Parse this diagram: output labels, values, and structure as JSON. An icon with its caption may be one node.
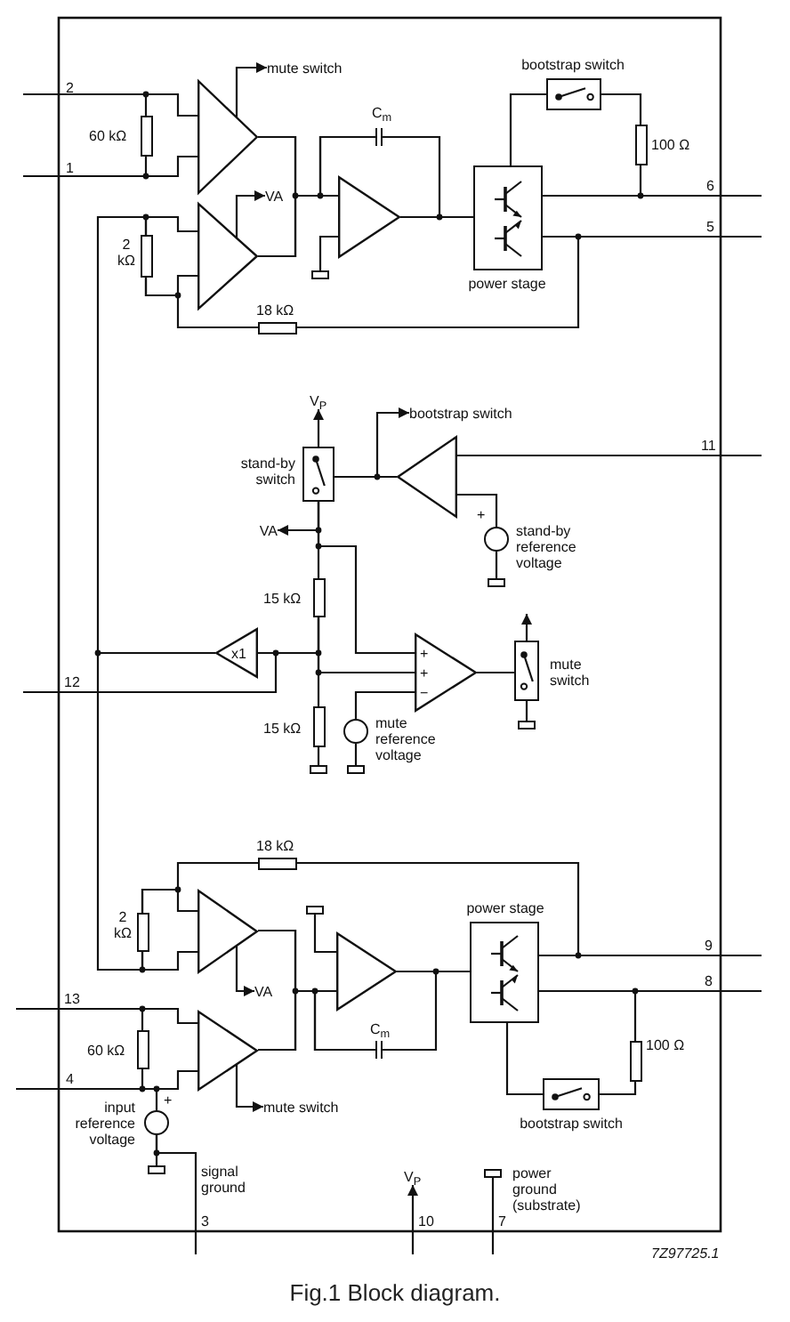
{
  "diagram": {
    "caption": "Fig.1 Block diagram.",
    "nodes": [
      {
        "text": [
          "mute switch"
        ]
      },
      {
        "text": [],
        "shape": "box",
        "beside": [
          "bootstrap switch"
        ]
      },
      {
        "text": [],
        "shape": "box",
        "beside": [
          "60 kΩ"
        ]
      },
      {
        "text": [],
        "shape": "triangle"
      },
      {
        "text": [],
        "shape": "capacitor",
        "beside": [
          "C$_{m}$"
        ]
      },
      {
        "text": [],
        "shape": "box",
        "beside": [
          "100 Ω"
        ]
      },
      {
        "text": [],
        "shape": "box",
        "beside": [
          "power stage"
        ]
      },
      {
        "text": [
          "VA"
        ]
      },
      {
        "text": [],
        "shape": "triangle"
      },
      {
        "text": [],
        "shape": "triangle"
      },
      {
        "text": [],
        "shape": "box",
        "beside": [
          "2 kΩ"
        ]
      },
      {
        "text": [],
        "shape": "box"
      },
      {
        "text": [],
        "shape": "box",
        "beside": [
          "18 kΩ"
        ]
      },
      {
        "text": [
          "V$_{P}$"
        ]
      },
      {
        "text": [
          "bootstrap switch"
        ]
      },
      {
        "text": [],
        "shape": "triangle"
      },
      {
        "text": [],
        "shape": "box",
        "beside": [
          "stand-by switch"
        ]
      },
      {
        "text": [
          "VA"
        ]
      },
      {
        "text": [],
        "shape": "circle",
        "beside": [
          "+",
          "stand-by reference voltage"
        ]
      },
      {
        "text": [],
        "shape": "box",
        "beside": [
          "15 kΩ"
        ]
      },
      {
        "text": [],
        "shape": "box"
      },
      {
        "text": [
          "x1"
        ]
      },
      {
        "text": [
          "+",
          "+",
          "−"
        ]
      },
      {
        "text": [],
        "shape": "box",
        "beside": [
          "mute switch"
        ]
      },
      {
        "text": [],
        "shape": "box",
        "beside": [
          "15 kΩ"
        ]
      },
      {
        "text": [],
        "shape": "circle",
        "beside": [
          "mute reference voltage"
        ]
      },
      {
        "text": [],
        "shape": "box"
      },
      {
        "text": [],
        "shape": "box"
      },
      {
        "text": [],
        "shape": "box"
      },
      {
        "text": [],
        "shape": "box",
        "beside": [
          "18 kΩ"
        ]
      },
      {
        "text": [],
        "shape": "triangle"
      },
      {
        "text": [],
        "shape": "box"
      },
      {
        "text": [],
        "shape": "box",
        "beside": [
          "2 kΩ"
        ]
      },
      {
        "text": [],
        "shape": "box",
        "beside": [
          "power stage"
        ]
      },
      {
        "text": [],
        "shape": "triangle"
      },
      {
        "text": [
          "VA"
        ]
      },
      {
        "text": [],
        "shape": "triangle"
      },
      {
        "text": [],
        "shape": "box",
        "beside": [
          "60 kΩ"
        ]
      },
      {
        "text": [],
        "shape": "capacitor",
        "beside": [
          "C$_{m}$"
        ]
      },
      {
        "text": [],
        "shape": "box",
        "beside": [
          "100 Ω"
        ]
      },
      {
        "text": [],
        "shape": "box",
        "beside": [
          "bootstrap switch"
        ]
      },
      {
        "text": [
          "mute switch"
        ]
      },
      {
        "text": [],
        "shape": "circle",
        "beside": [
          "+",
          "input reference voltage"
        ]
      },
      {
        "text": [],
        "shape": "box"
      },
      {
        "text": [
          "V$_{P}$"
        ]
      },
      {
        "text": [],
        "shape": "box",
        "beside": [
          "power ground (substrate)"
        ]
      }
    ],
    "edges": [
      {
        "from": null,
        "to": 2,
        "arrow": "none"
      },
      {
        "from": null,
        "to": 3,
        "arrow": "none"
      },
      {
        "from": null,
        "to": 2,
        "arrow": "none"
      },
      {
        "from": null,
        "to": 3,
        "arrow": "none"
      },
      {
        "from": 21,
        "to": 10,
        "arrow": "none"
      },
      {
        "from": 10,
        "to": 9,
        "arrow": "none"
      },
      {
        "from": 21,
        "to": 32,
        "arrow": "none"
      },
      {
        "from": 32,
        "to": 30,
        "arrow": "none"
      },
      {
        "from": 10,
        "to": 9,
        "arrow": "none"
      },
      {
        "from": 10,
        "to": 12,
        "arrow": "none"
      },
      {
        "from": 6,
        "to": null,
        "arrow": "none"
      },
      {
        "from": 6,
        "to": 12,
        "arrow": "none"
      },
      {
        "from": 3,
        "to": 8,
        "arrow": "none"
      },
      {
        "from": 3,
        "to": 4,
        "arrow": "none"
      },
      {
        "from": 9,
        "to": 8,
        "arrow": "none"
      },
      {
        "from": 9,
        "to": 4,
        "arrow": "none"
      },
      {
        "from": 3,
        "to": 0,
        "arrow": "to"
      },
      {
        "from": 9,
        "to": 7,
        "arrow": "to"
      },
      {
        "from": 8,
        "to": 6,
        "arrow": "none"
      },
      {
        "from": 8,
        "to": 4,
        "arrow": "none"
      },
      {
        "from": 8,
        "to": 11,
        "arrow": "none"
      },
      {
        "from": 6,
        "to": 1,
        "arrow": "none"
      },
      {
        "from": 1,
        "to": 5,
        "arrow": "none"
      },
      {
        "from": 6,
        "to": null,
        "arrow": "none"
      },
      {
        "from": 6,
        "to": 5,
        "arrow": "none"
      },
      {
        "from": 16,
        "to": 13,
        "arrow": "to"
      },
      {
        "from": 15,
        "to": 16,
        "arrow": "none"
      },
      {
        "from": 15,
        "to": 14,
        "arrow": "to"
      },
      {
        "from": null,
        "to": 15,
        "arrow": "none"
      },
      {
        "from": 15,
        "to": 18,
        "arrow": "none"
      },
      {
        "from": 18,
        "to": 20,
        "arrow": "none"
      },
      {
        "from": 16,
        "to": 17,
        "arrow": "to"
      },
      {
        "from": 16,
        "to": 19,
        "arrow": "none"
      },
      {
        "from": 16,
        "to": 22,
        "arrow": "none"
      },
      {
        "from": 19,
        "to": 24,
        "arrow": "none"
      },
      {
        "from": 19,
        "to": 21,
        "arrow": "none"
      },
      {
        "from": 19,
        "to": 22,
        "arrow": "none"
      },
      {
        "from": null,
        "to": 21,
        "arrow": "none"
      },
      {
        "from": 24,
        "to": 27,
        "arrow": "none"
      },
      {
        "from": 22,
        "to": 25,
        "arrow": "none"
      },
      {
        "from": 25,
        "to": 28,
        "arrow": "none"
      },
      {
        "from": 22,
        "to": 23,
        "arrow": "none"
      },
      {
        "from": 23,
        "to": null,
        "arrow": "to"
      },
      {
        "from": 23,
        "to": 26,
        "arrow": "none"
      },
      {
        "from": 32,
        "to": 30,
        "arrow": "none"
      },
      {
        "from": 32,
        "to": 29,
        "arrow": "none"
      },
      {
        "from": 33,
        "to": null,
        "arrow": "none"
      },
      {
        "from": 33,
        "to": 29,
        "arrow": "none"
      },
      {
        "from": 30,
        "to": 34,
        "arrow": "none"
      },
      {
        "from": 30,
        "to": 38,
        "arrow": "none"
      },
      {
        "from": 36,
        "to": 34,
        "arrow": "none"
      },
      {
        "from": 36,
        "to": 38,
        "arrow": "none"
      },
      {
        "from": 30,
        "to": 35,
        "arrow": "to"
      },
      {
        "from": 36,
        "to": 41,
        "arrow": "to"
      },
      {
        "from": 34,
        "to": 31,
        "arrow": "none"
      },
      {
        "from": 34,
        "to": 33,
        "arrow": "none"
      },
      {
        "from": 34,
        "to": 38,
        "arrow": "none"
      },
      {
        "from": 33,
        "to": 40,
        "arrow": "none"
      },
      {
        "from": 40,
        "to": 39,
        "arrow": "none"
      },
      {
        "from": 33,
        "to": null,
        "arrow": "none"
      },
      {
        "from": 33,
        "to": 39,
        "arrow": "none"
      },
      {
        "from": null,
        "to": 37,
        "arrow": "none"
      },
      {
        "from": null,
        "to": 36,
        "arrow": "none"
      },
      {
        "from": null,
        "to": 37,
        "arrow": "none"
      },
      {
        "from": null,
        "to": 36,
        "arrow": "none"
      },
      {
        "from": null,
        "to": 42,
        "arrow": "none"
      },
      {
        "from": 42,
        "to": 43,
        "arrow": "none"
      },
      {
        "from": 42,
        "to": null,
        "arrow": "none"
      },
      {
        "from": null,
        "to": 44,
        "arrow": "to"
      },
      {
        "from": 45,
        "to": null,
        "arrow": "none"
      }
    ],
    "labels": [
      "2",
      "1",
      "6",
      "5",
      "11",
      "12",
      "9",
      "8",
      "13",
      "4",
      "signal ground",
      "3",
      "10",
      "7",
      "7Z97725.1"
    ]
  }
}
